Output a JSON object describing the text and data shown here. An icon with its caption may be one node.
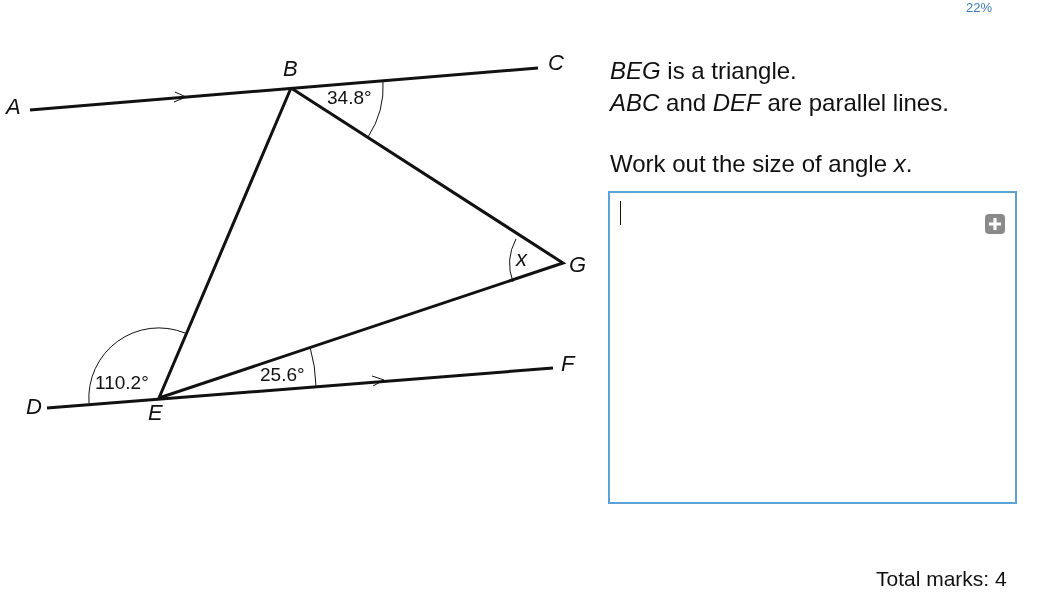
{
  "diagram": {
    "labels": [
      "22%",
      "A",
      "B",
      "C",
      "D",
      "E",
      "F",
      "G",
      "34.8°",
      "x",
      "110.2°",
      "25.6°",
      "*BEG* is a triangle.",
      "*ABC* and *DEF* are parallel lines.",
      "Work out the size of angle *x*.",
      "Total marks: 4"
    ]
  }
}
